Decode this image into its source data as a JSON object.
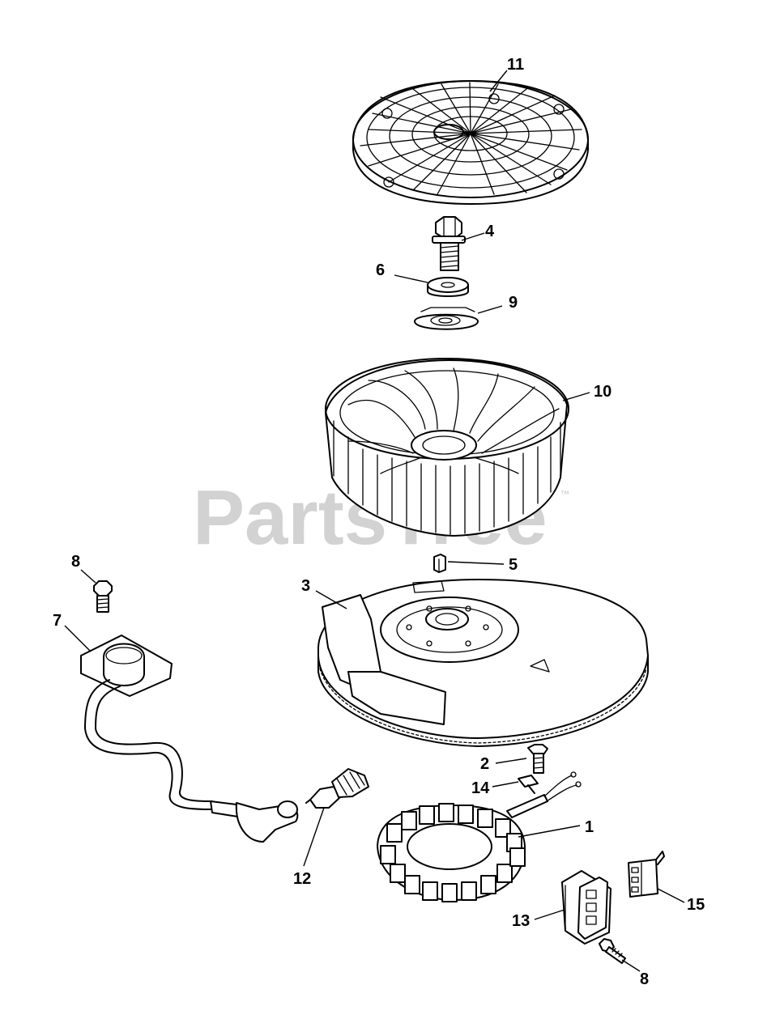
{
  "watermark": {
    "text": "PartsTree",
    "trademark": "™"
  },
  "callouts": [
    {
      "id": "c11",
      "label": "11"
    },
    {
      "id": "c4",
      "label": "4"
    },
    {
      "id": "c6",
      "label": "6"
    },
    {
      "id": "c9",
      "label": "9"
    },
    {
      "id": "c10",
      "label": "10"
    },
    {
      "id": "c5",
      "label": "5"
    },
    {
      "id": "c3",
      "label": "3"
    },
    {
      "id": "c8a",
      "label": "8"
    },
    {
      "id": "c7",
      "label": "7"
    },
    {
      "id": "c2",
      "label": "2"
    },
    {
      "id": "c14",
      "label": "14"
    },
    {
      "id": "c1",
      "label": "1"
    },
    {
      "id": "c12",
      "label": "12"
    },
    {
      "id": "c13",
      "label": "13"
    },
    {
      "id": "c15",
      "label": "15"
    },
    {
      "id": "c8b",
      "label": "8"
    }
  ]
}
